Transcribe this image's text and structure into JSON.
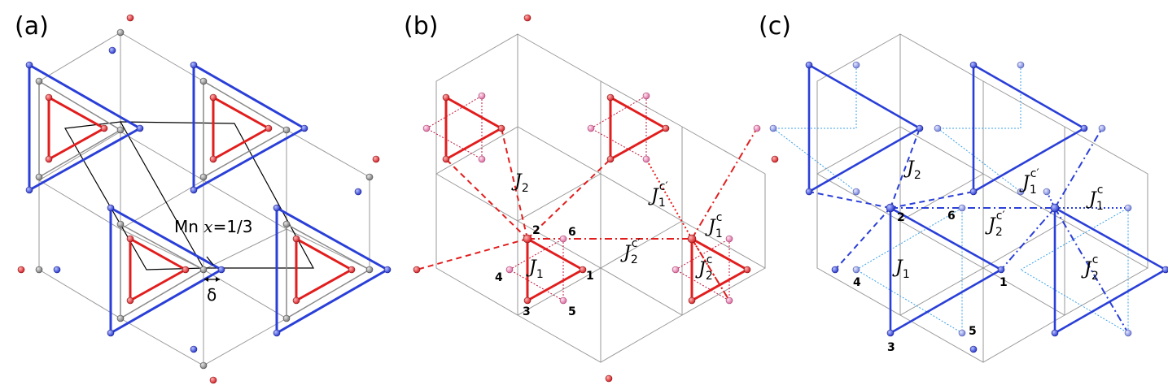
{
  "panels": {
    "a": {
      "label": "(a)",
      "mn_prefix": "Mn ",
      "mn_var": "x",
      "mn_value": "=1/3",
      "delta": "δ"
    },
    "b": {
      "label": "(b)"
    },
    "c": {
      "label": "(c)"
    }
  },
  "couplings": {
    "J2": {
      "main": "J",
      "sub": "2",
      "sup": ""
    },
    "J1": {
      "main": "J",
      "sub": "1",
      "sup": ""
    },
    "J1c": {
      "main": "J",
      "sub": "1",
      "sup": "c"
    },
    "J2c": {
      "main": "J",
      "sub": "2",
      "sup": "c"
    },
    "J1cp": {
      "main": "J",
      "sub": "1",
      "sup": "c′"
    },
    "J2cp": {
      "main": "J",
      "sub": "2",
      "sup": "c′"
    }
  },
  "site_numbers": [
    "1",
    "2",
    "3",
    "4",
    "5",
    "6"
  ],
  "colors": {
    "red_atom": "#e21d1d",
    "pink_atom": "#e880b0",
    "blue_atom": "#2a3fd8",
    "light_blue_atom": "#8a96e0",
    "gray_atom": "#8a8a8a"
  }
}
